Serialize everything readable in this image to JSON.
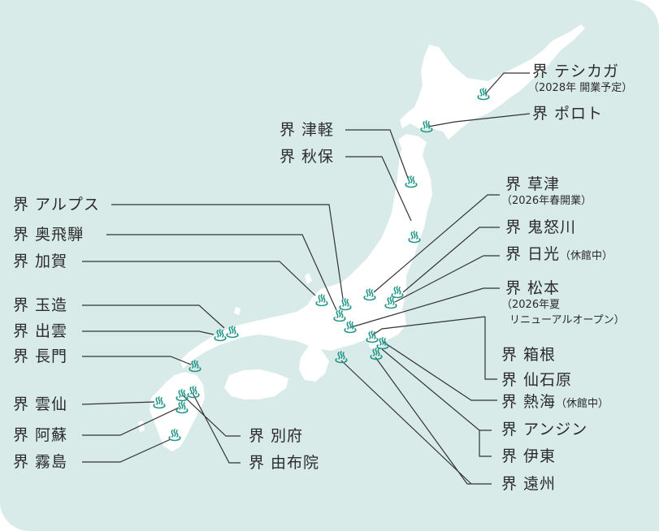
{
  "map": {
    "background_color": "#d9ebe8",
    "land_color": "#ffffff",
    "icon_color": "#23978a",
    "line_color": "#333333",
    "icon_name": "onsen-icon"
  },
  "labels": {
    "teshikaga": {
      "name": "界 テシカガ",
      "note": "（2028年 開業予定）"
    },
    "poroto": {
      "name": "界 ポロト"
    },
    "tsugaru": {
      "name": "界 津軽"
    },
    "akiu": {
      "name": "界 秋保"
    },
    "kusatsu": {
      "name": "界 草津",
      "note": "（2026年春開業）"
    },
    "kinugawa": {
      "name": "界 鬼怒川"
    },
    "nikko": {
      "name": "界 日光",
      "note": "（休館中）"
    },
    "matsumoto": {
      "name": "界 松本",
      "note_line1": "（2026年夏",
      "note_line2": "リニューアルオープン）"
    },
    "hakone": {
      "name": "界 箱根"
    },
    "sengokuhara": {
      "name": "界 仙石原"
    },
    "atami": {
      "name": "界 熱海",
      "note": "（休館中）"
    },
    "anjin": {
      "name": "界 アンジン"
    },
    "ito": {
      "name": "界 伊東"
    },
    "enshu": {
      "name": "界 遠州"
    },
    "alps": {
      "name": "界 アルプス"
    },
    "okuhida": {
      "name": "界 奥飛騨"
    },
    "kaga": {
      "name": "界 加賀"
    },
    "tamatsukuri": {
      "name": "界 玉造"
    },
    "izumo": {
      "name": "界 出雲"
    },
    "nagato": {
      "name": "界 長門"
    },
    "unzen": {
      "name": "界 雲仙"
    },
    "aso": {
      "name": "界 阿蘇"
    },
    "kirishima": {
      "name": "界 霧島"
    },
    "beppu": {
      "name": "界 別府"
    },
    "yufuin": {
      "name": "界 由布院"
    }
  }
}
